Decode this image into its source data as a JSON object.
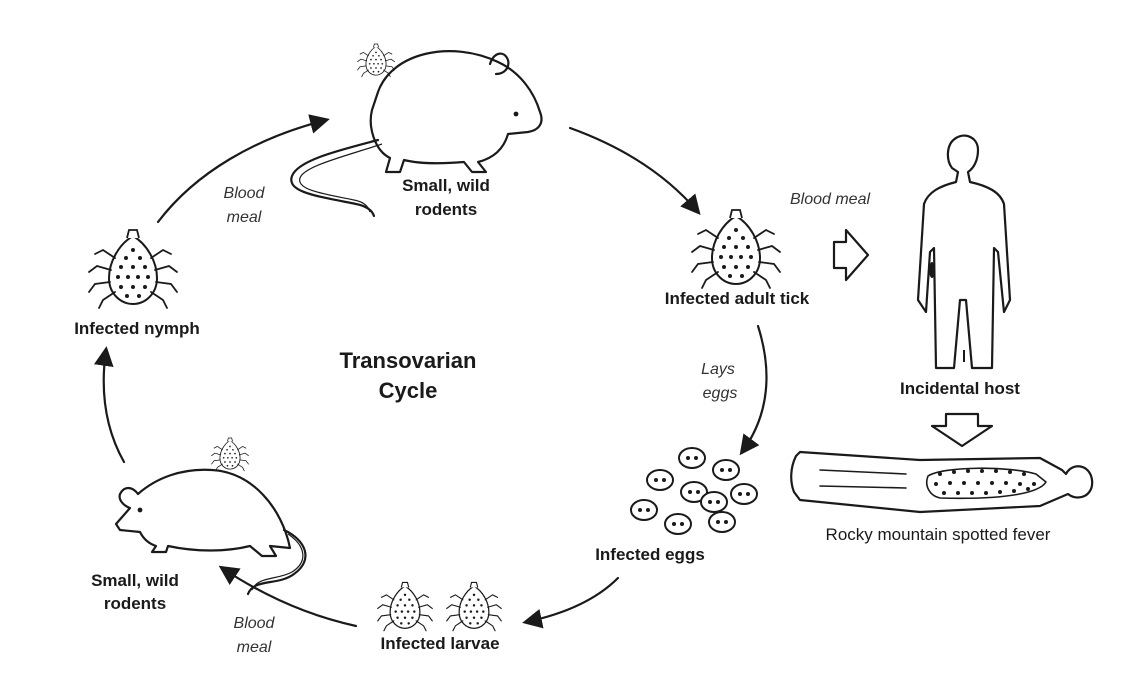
{
  "diagram": {
    "center_title": [
      "Transovarian",
      "Cycle"
    ],
    "nodes": {
      "rodents_top": [
        "Small, wild",
        "rodents"
      ],
      "adult_tick": "Infected adult tick",
      "incidental_host": "Incidental host",
      "disease": "Rocky mountain spotted fever",
      "eggs": "Infected eggs",
      "larvae": "Infected larvae",
      "rodents_bottom": [
        "Small, wild",
        "rodents"
      ],
      "nymph": "Infected nymph"
    },
    "edge_labels": {
      "nymph_to_rodent": [
        "Blood",
        "meal"
      ],
      "tick_to_host": "Blood meal",
      "tick_to_eggs": [
        "Lays",
        "eggs"
      ],
      "larvae_to_rodent": [
        "Blood",
        "meal"
      ]
    }
  }
}
